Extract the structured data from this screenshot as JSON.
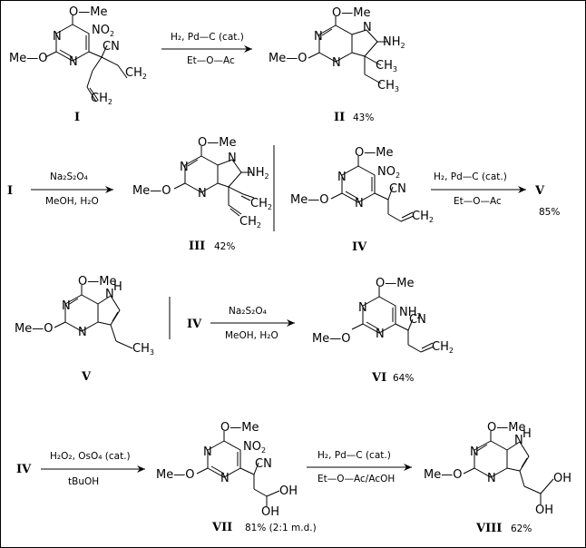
{
  "groups": {
    "ome": "O—Me",
    "meo": "Me—O",
    "nh": "NH",
    "nh2": "NH",
    "no2": "NO",
    "cn": "CN",
    "ch3": "CH",
    "oh": "OH",
    "n": "N",
    "h": "H",
    "ch2": "CH",
    "two": "2",
    "three": "3"
  },
  "reactions": {
    "r1": {
      "top": "H₂,  Pd—C (cat.)",
      "bottom": "Et—O—Ac"
    },
    "r2": {
      "top": "Na₂S₂O₄",
      "bottom": "MeOH,  H₂O"
    },
    "r3": {
      "top": "H₂,  Pd—C (cat.)",
      "bottom": "Et—O—Ac"
    },
    "r4": {
      "top": "Na₂S₂O₄",
      "bottom": "MeOH,  H₂O"
    },
    "r5": {
      "top": "H₂O₂,  OsO₄ (cat.)",
      "bottom": "tBuOH"
    },
    "r6": {
      "top": "H₂,  Pd—C (cat.)",
      "bottom": "Et—O—Ac/AcOH"
    }
  },
  "compounds": {
    "I": "I",
    "II": "II",
    "II_yield": "43%",
    "III": "III",
    "III_yield": "42%",
    "IV": "IV",
    "V": "V",
    "V_yield": "85%",
    "VI": "VI",
    "VI_yield": "64%",
    "VII": "VII",
    "VII_yield": "81% (2:1 m.d.)",
    "VIII": "VIII",
    "VIII_yield": "62%"
  },
  "starting_refs": {
    "row2_I": "I",
    "row3_IV": "IV",
    "row4_IV": "IV"
  }
}
